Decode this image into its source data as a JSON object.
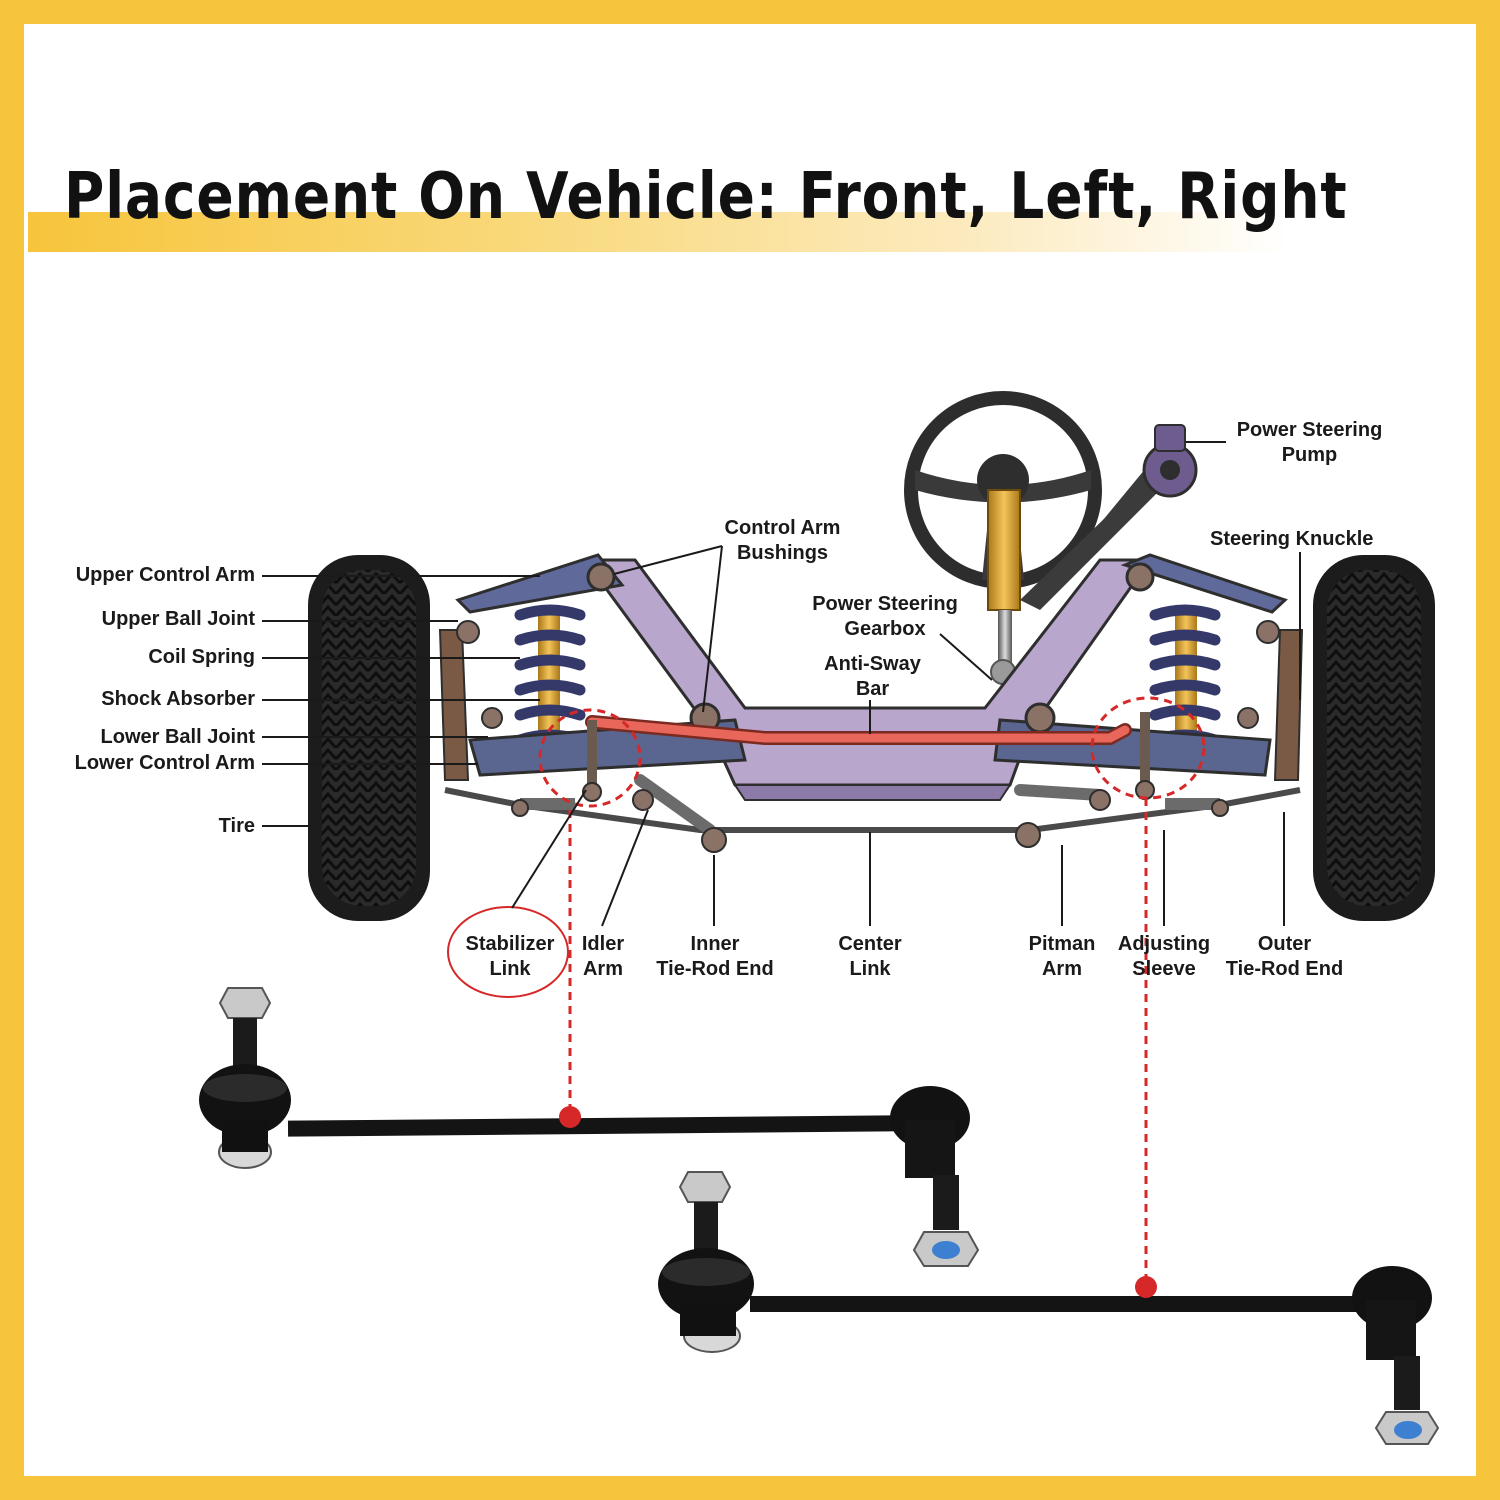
{
  "title": "Placement On Vehicle: Front, Left, Right",
  "colors": {
    "frame": "#F7C53B",
    "frame_purple": "#B8A6CC",
    "anti_sway_bar": "#E8665A",
    "spring": "#34396A",
    "shock": "#E8A92A",
    "highlight": "#D62828",
    "link_black": "#111111"
  },
  "labels_left": [
    "Upper Control Arm",
    "Upper Ball Joint",
    "Coil Spring",
    "Shock Absorber",
    "Lower Ball Joint",
    "Lower Control Arm",
    "Tire"
  ],
  "labels_top": {
    "control_arm_bushings": [
      "Control Arm",
      "Bushings"
    ],
    "power_steering_gearbox": [
      "Power Steering",
      "Gearbox"
    ],
    "anti_sway_bar": [
      "Anti-Sway",
      "Bar"
    ],
    "power_steering_pump": [
      "Power Steering",
      "Pump"
    ],
    "steering_knuckle": "Steering Knuckle"
  },
  "labels_bottom": {
    "stabilizer_link": [
      "Stabilizer",
      "Link"
    ],
    "idler_arm": [
      "Idler",
      "Arm"
    ],
    "inner_tie_rod_end": [
      "Inner",
      "Tie-Rod End"
    ],
    "center_link": [
      "Center",
      "Link"
    ],
    "pitman_arm": [
      "Pitman",
      "Arm"
    ],
    "adjusting_sleeve": [
      "Adjusting",
      "Sleeve"
    ],
    "outer_tie_rod_end": [
      "Outer",
      "Tie-Rod End"
    ]
  }
}
